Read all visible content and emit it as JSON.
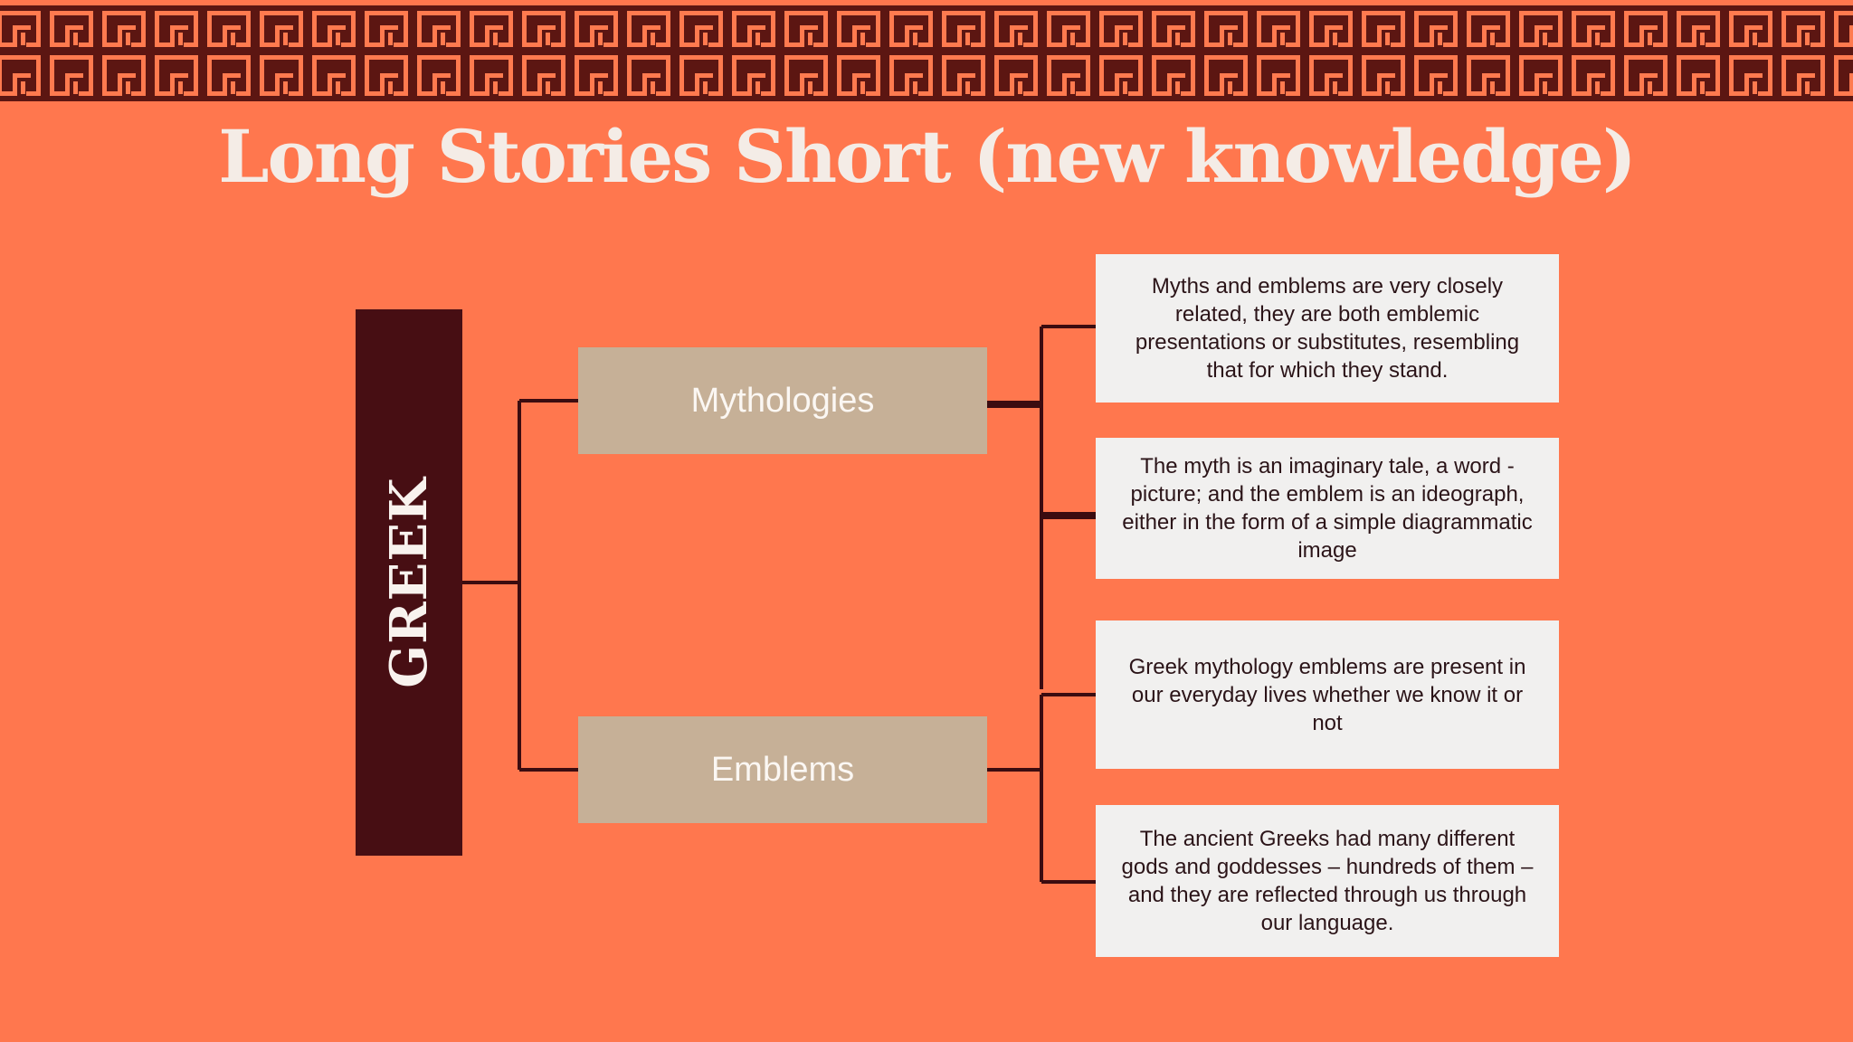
{
  "title": "Long Stories Short (new knowledge)",
  "colors": {
    "background": "#FF774E",
    "meander_dark": "#5C1612",
    "root_box": "#470E13",
    "branch_box": "#C6B097",
    "leaf_box": "#F1F0EF",
    "connector": "#3B0C10",
    "title_text": "#F4ECE6"
  },
  "diagram": {
    "root": {
      "label": "GREEK"
    },
    "branches": [
      {
        "label": "Mythologies"
      },
      {
        "label": "Emblems"
      }
    ],
    "leaves": [
      {
        "text": "Myths and emblems are very closely related, they are both emblemic presentations or substitutes, resembling that for which they stand."
      },
      {
        "text": "The myth is an imaginary tale, a word - picture; and the emblem is an ideograph, either in the form of a simple diagrammatic image"
      },
      {
        "text": "Greek mythology emblems are present in our everyday lives whether we know it or not"
      },
      {
        "text": "The ancient Greeks had many different gods and goddesses – hundreds of them – and they are reflected through us through our language."
      }
    ]
  },
  "decoration": {
    "top_border": "greek-key-meander"
  }
}
